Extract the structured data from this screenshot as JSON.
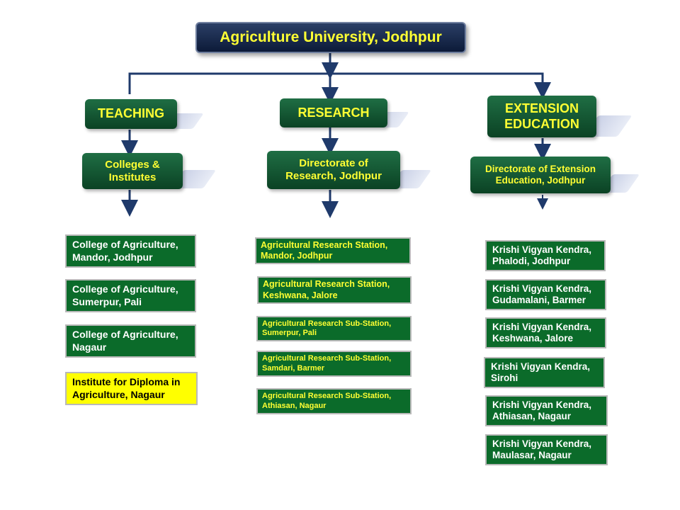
{
  "root": {
    "title": "Agriculture University, Jodhpur"
  },
  "teaching": {
    "label": "TEACHING",
    "sub": [
      "Colleges &",
      "Institutes"
    ],
    "items": [
      [
        "College of  Agriculture,",
        "Mandor, Jodhpur"
      ],
      [
        "College of  Agriculture,",
        "Sumerpur, Pali"
      ],
      [
        "College of  Agriculture,",
        "Nagaur"
      ],
      [
        "Institute for Diploma in",
        "Agriculture, Nagaur"
      ]
    ]
  },
  "research": {
    "label": "RESEARCH",
    "sub": [
      "Directorate of",
      "Research, Jodhpur"
    ],
    "items": [
      [
        "Agricultural Research Station,",
        "Mandor, Jodhpur"
      ],
      [
        "Agricultural Research Station,",
        "Keshwana, Jalore"
      ],
      [
        "Agricultural Research Sub-Station,",
        "Sumerpur, Pali"
      ],
      [
        "Agricultural Research Sub-Station,",
        "Samdari, Barmer"
      ],
      [
        "Agricultural Research Sub-Station,",
        "Athiasan, Nagaur"
      ]
    ]
  },
  "extension": {
    "label": [
      "EXTENSION",
      "EDUCATION"
    ],
    "sub": [
      "Directorate of Extension",
      "Education, Jodhpur"
    ],
    "items": [
      [
        "Krishi Vigyan Kendra,",
        "Phalodi, Jodhpur"
      ],
      [
        "Krishi Vigyan Kendra,",
        "Gudamalani, Barmer"
      ],
      [
        "Krishi Vigyan Kendra,",
        "Keshwana, Jalore"
      ],
      [
        "Krishi Vigyan Kendra,",
        "Sirohi"
      ],
      [
        "Krishi Vigyan Kendra,",
        "Athiasan, Nagaur"
      ],
      [
        "Krishi Vigyan Kendra,",
        "Maulasar, Nagaur"
      ]
    ]
  },
  "colors": {
    "connector": "#1f3a6b",
    "box_green": "#0b6b2a",
    "text_yellow": "#ffff33",
    "highlight_box": "#ffff00"
  }
}
